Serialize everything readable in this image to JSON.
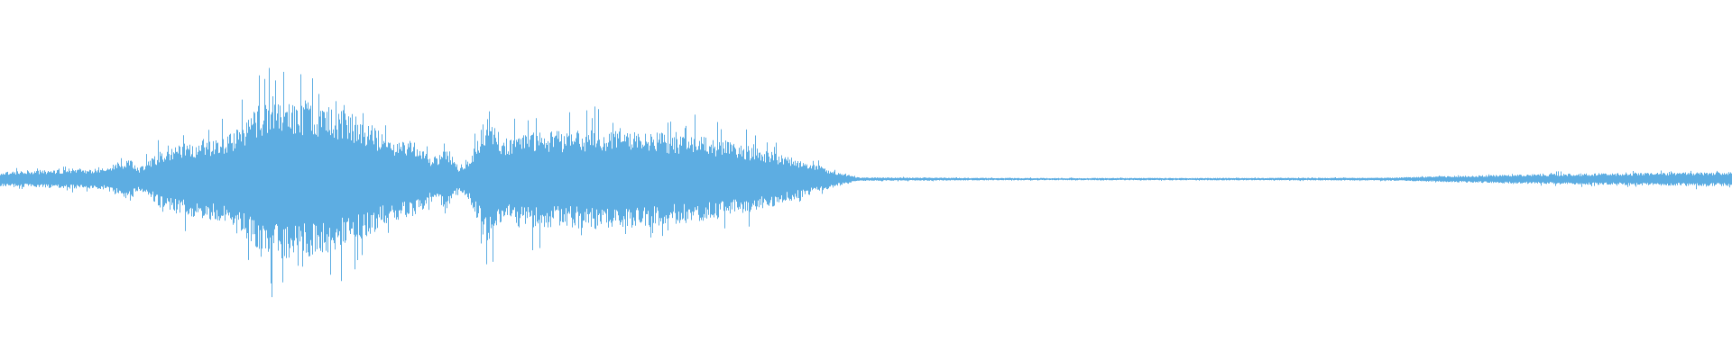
{
  "waveform": {
    "color": "#5dade2",
    "background": "#ffffff",
    "envelope": [
      {
        "t": 0.0,
        "amp": 0.04
      },
      {
        "t": 0.03,
        "amp": 0.05
      },
      {
        "t": 0.06,
        "amp": 0.06
      },
      {
        "t": 0.075,
        "amp": 0.12
      },
      {
        "t": 0.08,
        "amp": 0.06
      },
      {
        "t": 0.095,
        "amp": 0.18
      },
      {
        "t": 0.115,
        "amp": 0.22
      },
      {
        "t": 0.135,
        "amp": 0.26
      },
      {
        "t": 0.15,
        "amp": 0.42
      },
      {
        "t": 0.165,
        "amp": 0.46
      },
      {
        "t": 0.18,
        "amp": 0.43
      },
      {
        "t": 0.2,
        "amp": 0.38
      },
      {
        "t": 0.215,
        "amp": 0.3
      },
      {
        "t": 0.225,
        "amp": 0.24
      },
      {
        "t": 0.24,
        "amp": 0.2
      },
      {
        "t": 0.25,
        "amp": 0.12
      },
      {
        "t": 0.258,
        "amp": 0.18
      },
      {
        "t": 0.265,
        "amp": 0.06
      },
      {
        "t": 0.272,
        "amp": 0.15
      },
      {
        "t": 0.282,
        "amp": 0.39
      },
      {
        "t": 0.29,
        "amp": 0.22
      },
      {
        "t": 0.3,
        "amp": 0.28
      },
      {
        "t": 0.32,
        "amp": 0.27
      },
      {
        "t": 0.35,
        "amp": 0.28
      },
      {
        "t": 0.38,
        "amp": 0.26
      },
      {
        "t": 0.41,
        "amp": 0.23
      },
      {
        "t": 0.44,
        "amp": 0.17
      },
      {
        "t": 0.46,
        "amp": 0.11
      },
      {
        "t": 0.48,
        "amp": 0.05
      },
      {
        "t": 0.495,
        "amp": 0.01
      },
      {
        "t": 0.6,
        "amp": 0.006
      },
      {
        "t": 0.8,
        "amp": 0.008
      },
      {
        "t": 0.84,
        "amp": 0.018
      },
      {
        "t": 0.9,
        "amp": 0.03
      },
      {
        "t": 1.0,
        "amp": 0.04
      }
    ]
  }
}
